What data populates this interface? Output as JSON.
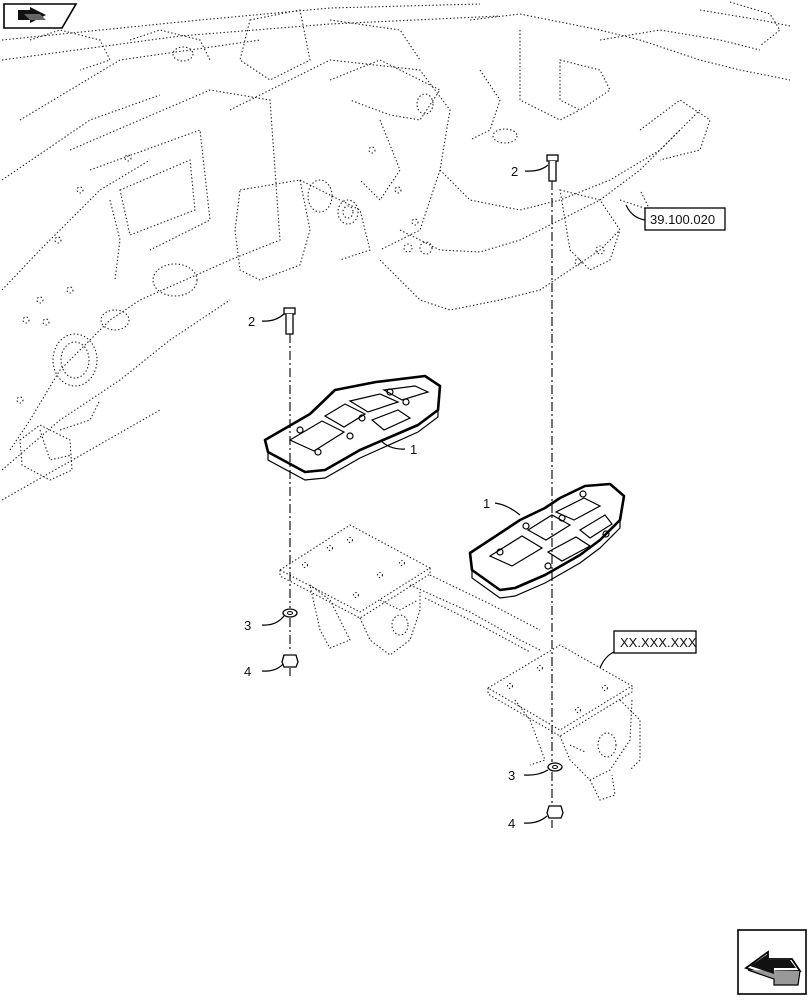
{
  "callouts": {
    "c1a": "1",
    "c1b": "1",
    "c2a": "2",
    "c2b": "2",
    "c3a": "3",
    "c3b": "3",
    "c4a": "4",
    "c4b": "4"
  },
  "references": {
    "frame_ref": "39.100.020",
    "support_ref": "XX.XXX.XXX"
  },
  "icons": {
    "top_left": "previous-section-arrow-icon",
    "bottom_right": "next-section-arrow-icon"
  }
}
